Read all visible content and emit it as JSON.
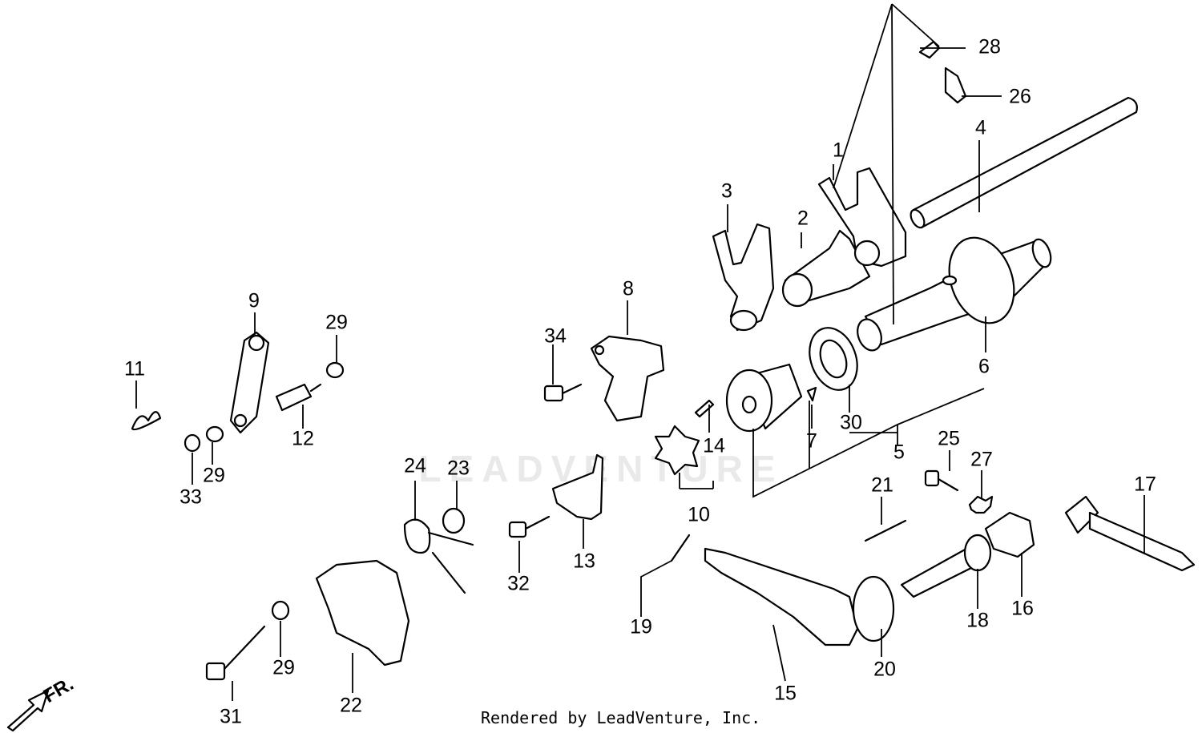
{
  "diagram": {
    "credit": "Rendered by LeadVenture, Inc.",
    "watermark": "LEADVENTURE",
    "direction_label": "FR.",
    "callouts": [
      {
        "id": "1",
        "text": "1"
      },
      {
        "id": "2",
        "text": "2"
      },
      {
        "id": "3",
        "text": "3"
      },
      {
        "id": "4",
        "text": "4"
      },
      {
        "id": "5",
        "text": "5"
      },
      {
        "id": "6",
        "text": "6"
      },
      {
        "id": "7",
        "text": "7"
      },
      {
        "id": "8",
        "text": "8"
      },
      {
        "id": "9",
        "text": "9"
      },
      {
        "id": "10",
        "text": "10"
      },
      {
        "id": "11",
        "text": "11"
      },
      {
        "id": "12",
        "text": "12"
      },
      {
        "id": "13",
        "text": "13"
      },
      {
        "id": "14",
        "text": "14"
      },
      {
        "id": "15",
        "text": "15"
      },
      {
        "id": "16",
        "text": "16"
      },
      {
        "id": "17",
        "text": "17"
      },
      {
        "id": "18",
        "text": "18"
      },
      {
        "id": "19",
        "text": "19"
      },
      {
        "id": "20",
        "text": "20"
      },
      {
        "id": "21",
        "text": "21"
      },
      {
        "id": "22",
        "text": "22"
      },
      {
        "id": "23",
        "text": "23"
      },
      {
        "id": "24",
        "text": "24"
      },
      {
        "id": "25",
        "text": "25"
      },
      {
        "id": "26",
        "text": "26"
      },
      {
        "id": "27",
        "text": "27"
      },
      {
        "id": "28",
        "text": "28"
      },
      {
        "id": "29a",
        "text": "29"
      },
      {
        "id": "29b",
        "text": "29"
      },
      {
        "id": "29c",
        "text": "29"
      },
      {
        "id": "30",
        "text": "30"
      },
      {
        "id": "31",
        "text": "31"
      },
      {
        "id": "32",
        "text": "32"
      },
      {
        "id": "33",
        "text": "33"
      },
      {
        "id": "34",
        "text": "34"
      }
    ]
  }
}
